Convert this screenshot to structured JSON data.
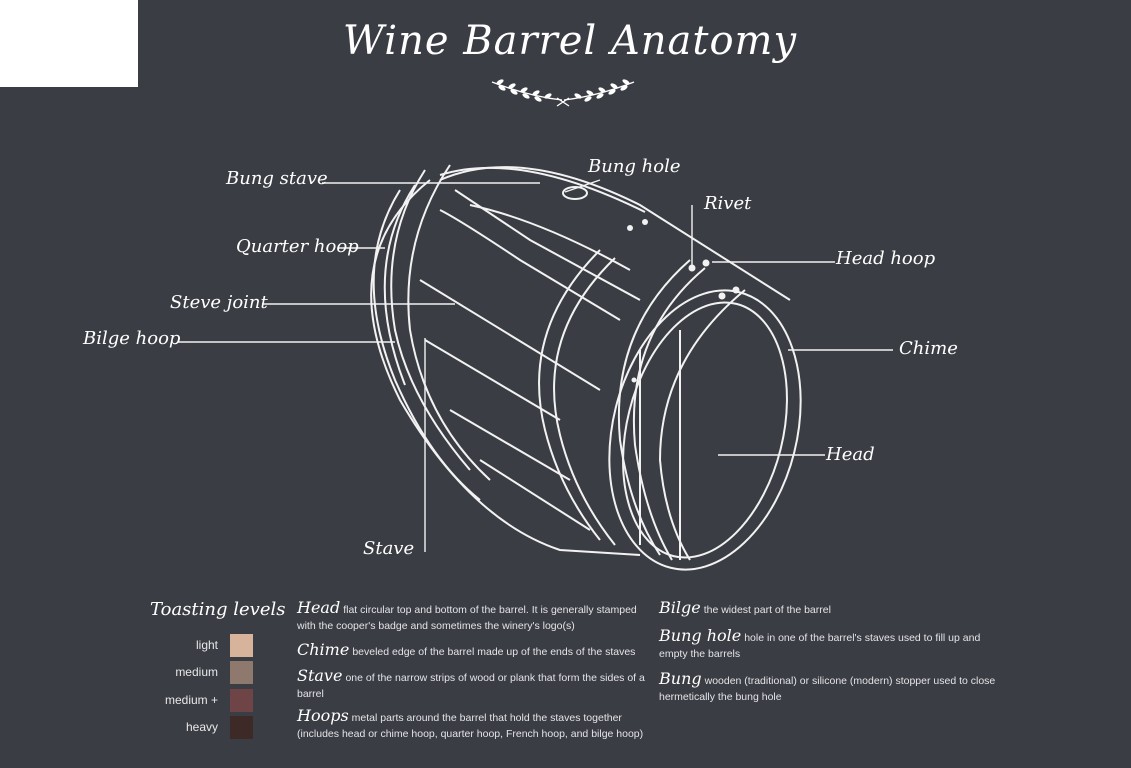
{
  "title": "Wine Barrel Anatomy",
  "labels": {
    "bung_stave": "Bung stave",
    "bung_hole": "Bung hole",
    "rivet": "Rivet",
    "quarter_hoop": "Quarter hoop",
    "head_hoop": "Head hoop",
    "steve_joint": "Steve joint",
    "bilge_hoop": "Bilge hoop",
    "chime": "Chime",
    "head": "Head",
    "stave": "Stave"
  },
  "legend": {
    "title": "Toasting levels",
    "items": [
      {
        "label": "light",
        "color": "#d7b39b"
      },
      {
        "label": "medium",
        "color": "#8f786e"
      },
      {
        "label": "medium +",
        "color": "#6e4447"
      },
      {
        "label": "heavy",
        "color": "#3d2a27"
      }
    ]
  },
  "definitions": [
    {
      "term": "Head",
      "text": "flat circular top and bottom of the barrel. It is generally stamped with the cooper's badge and sometimes the winery's logo(s)"
    },
    {
      "term": "Chime",
      "text": "beveled edge of the barrel made up of the ends of the staves"
    },
    {
      "term": "Stave",
      "text": "one of the narrow strips of wood or plank that form the sides of a barrel"
    },
    {
      "term": "Hoops",
      "text": "metal parts around the barrel that hold the staves together (includes head or chime hoop, quarter hoop, French hoop, and bilge hoop)"
    },
    {
      "term": "Bilge",
      "text": "the widest part of the barrel"
    },
    {
      "term": "Bung hole",
      "text": "hole in one of the barrel's staves used to fill up and empty the barrels"
    },
    {
      "term": "Bung",
      "text": "wooden (traditional) or silicone (modern) stopper used to close hermetically the bung hole"
    }
  ]
}
